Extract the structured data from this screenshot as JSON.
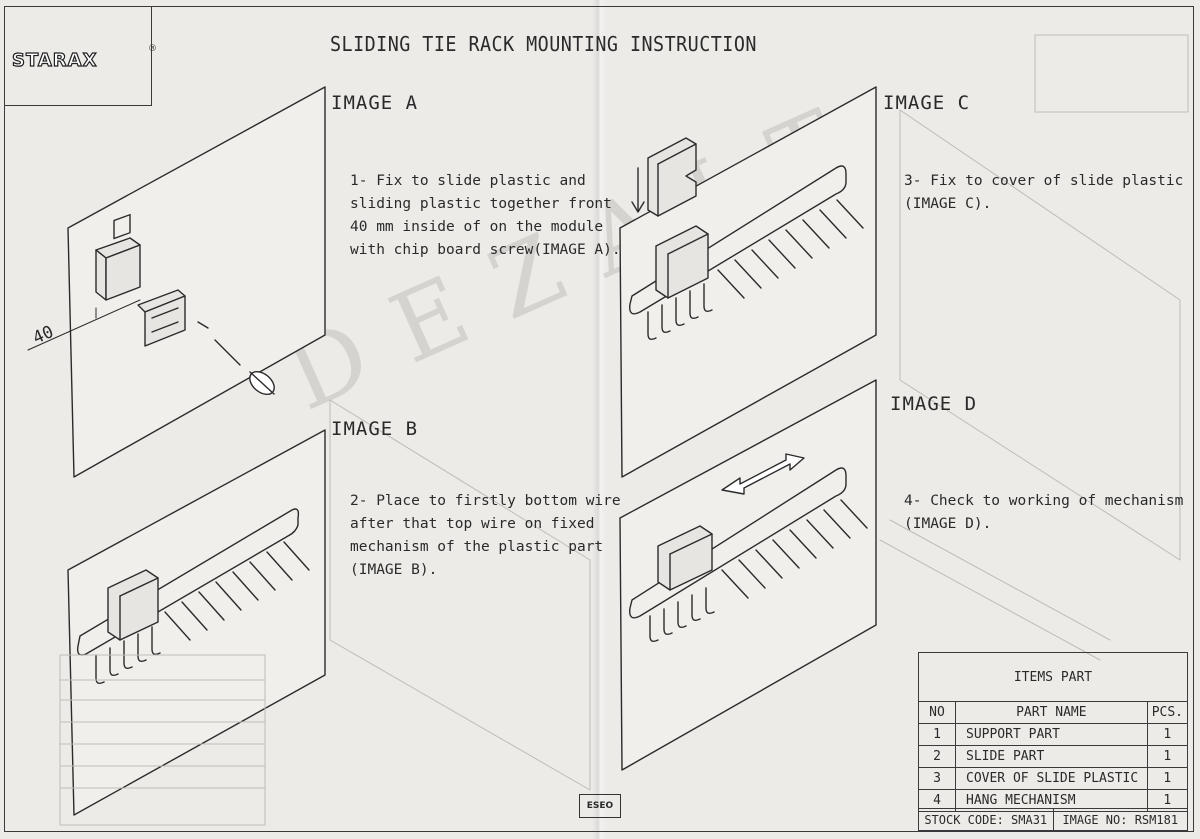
{
  "brand": {
    "logo": "STARAX",
    "reg_mark": "®"
  },
  "title": "SLIDING TIE RACK MOUNTING INSTRUCTION",
  "watermark": "DEZALT",
  "dimension_label": "40",
  "images": [
    {
      "label": "IMAGE A",
      "step": "1- Fix to slide plastic and\nsliding plastic together front\n40 mm inside of on the module\nwith chip board screw(IMAGE A)."
    },
    {
      "label": "IMAGE B",
      "step": "2- Place to firstly bottom wire\nafter that top wire on fixed\nmechanism of the plastic part\n(IMAGE B)."
    },
    {
      "label": "IMAGE C",
      "step": "3- Fix to cover of slide plastic\n(IMAGE C)."
    },
    {
      "label": "IMAGE D",
      "step": "4- Check to working of mechanism\n(IMAGE D)."
    }
  ],
  "items_table": {
    "title": "ITEMS PART",
    "headers": {
      "no": "NO",
      "name": "PART NAME",
      "pcs": "PCS."
    },
    "rows": [
      {
        "no": "1",
        "name": "SUPPORT PART",
        "pcs": "1"
      },
      {
        "no": "2",
        "name": "SLIDE PART",
        "pcs": "1"
      },
      {
        "no": "3",
        "name": "COVER OF SLIDE PLASTIC",
        "pcs": "1"
      },
      {
        "no": "4",
        "name": "HANG MECHANISM",
        "pcs": "1"
      }
    ],
    "stock_code": "STOCK CODE: SMA31",
    "image_no": "IMAGE NO: RSM181"
  },
  "stamp_text": "ESEO"
}
